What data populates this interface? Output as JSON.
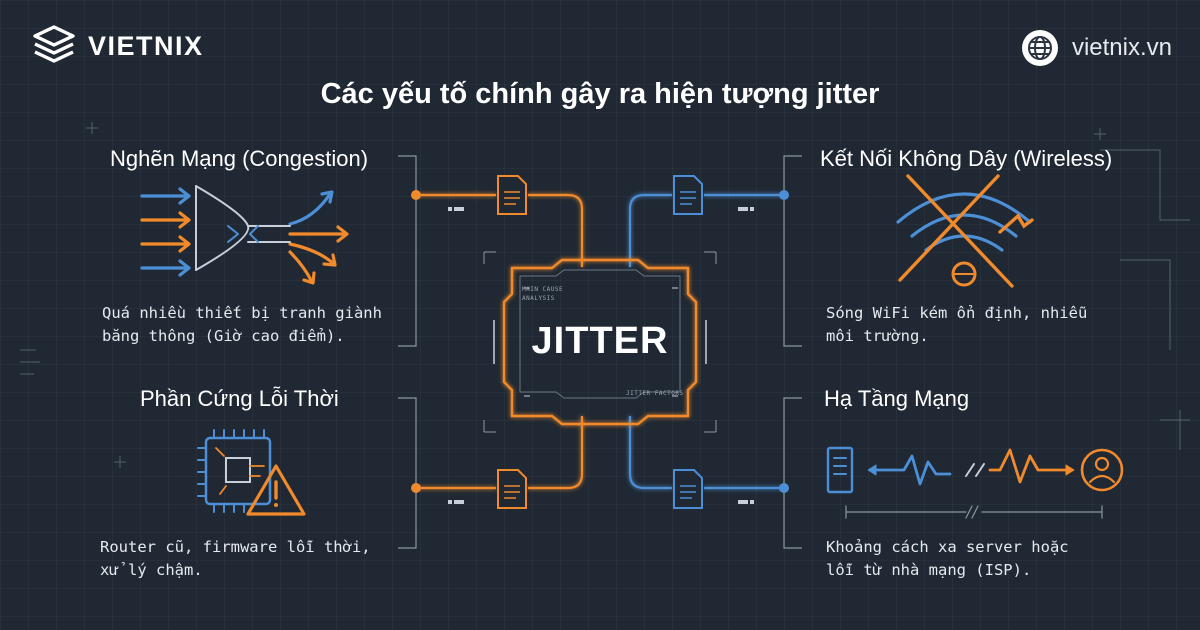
{
  "brand": {
    "name": "VIETNIX"
  },
  "site": {
    "url": "vietnix.vn"
  },
  "title": "Các yếu tố chính gây ra hiện tượng jitter",
  "center": {
    "label": "JITTER",
    "small_top": "MAIN CAUSE",
    "small_top2": "ANALYSIS",
    "small_bottom": "JITTER FACTORS"
  },
  "factors": {
    "congestion": {
      "title": "Nghẽn Mạng (Congestion)",
      "line1": "Quá nhiều thiết bị tranh giành",
      "line2": "băng thông (Giờ cao điểm)."
    },
    "wireless": {
      "title": "Kết Nối Không Dây (Wireless)",
      "line1": "Sóng WiFi kém ổn định, nhiễu",
      "line2": "môi trường."
    },
    "hardware": {
      "title": "Phần Cứng Lỗi Thời",
      "line1": "Router cũ, firmware lỗi thời,",
      "line2": "xử lý chậm."
    },
    "infrastructure": {
      "title": "Hạ Tầng Mạng",
      "line1": "Khoảng cách xa server hoặc",
      "line2": "lỗi từ nhà mạng (ISP)."
    }
  },
  "colors": {
    "background": "#1f2833",
    "orange": "#f08a2c",
    "blue": "#4d8fd6"
  },
  "icons": [
    "vietnix-logo-icon",
    "globe-icon",
    "document-icon",
    "congestion-arrows-icon",
    "wifi-broken-icon",
    "chip-warning-icon",
    "server-signal-user-icon"
  ]
}
